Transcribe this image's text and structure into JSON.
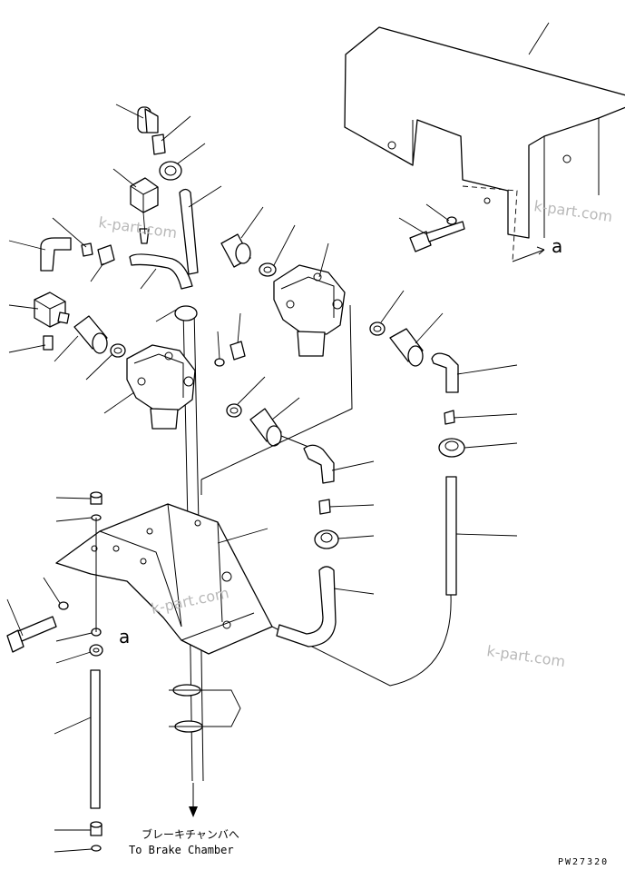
{
  "destination": {
    "japanese": "ブレーキチャンバへ",
    "english": "To Brake Chamber"
  },
  "reference_marks": [
    "a",
    "a"
  ],
  "watermarks": [
    "k-part.com",
    "k-part.com",
    "k-part.com",
    "k-part.com"
  ],
  "drawing_code": "PW27320"
}
